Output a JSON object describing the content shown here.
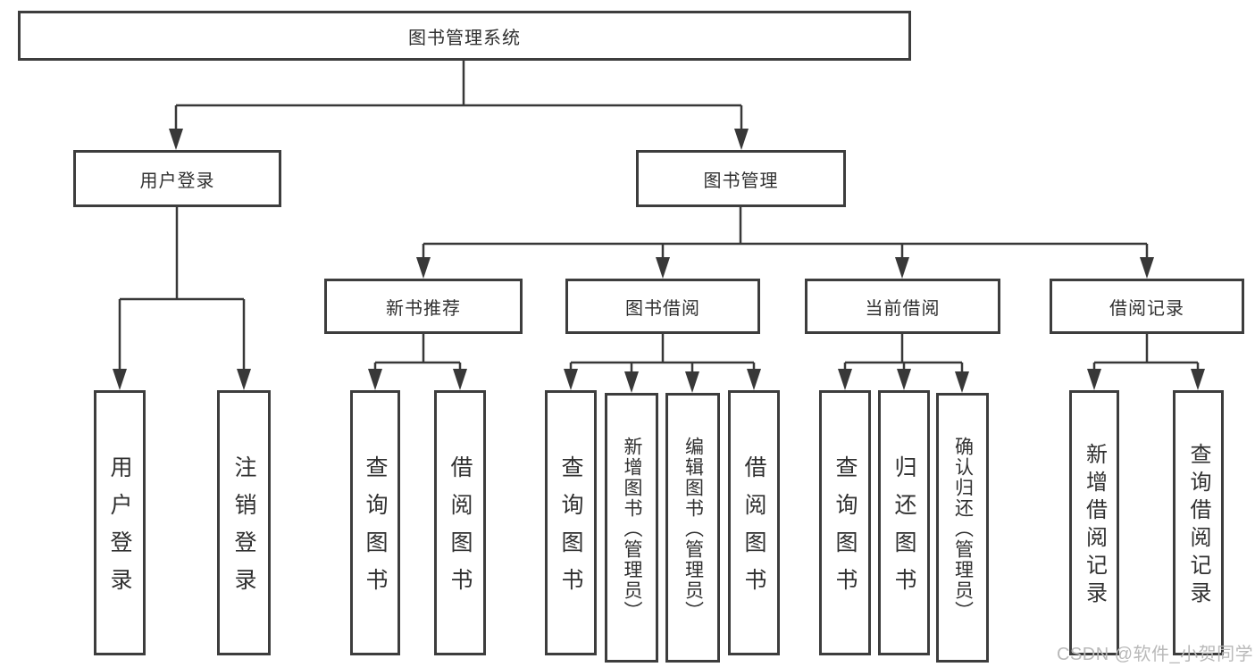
{
  "diagram_type": "hierarchy-tree",
  "colors": {
    "line": "#383838",
    "box_border": "#3d3d3d",
    "text": "#303030",
    "watermark": "#b9b9b9",
    "background": "#ffffff"
  },
  "watermark": "CSDN @软件_小贺同学",
  "tree": {
    "label": "图书管理系统",
    "children": [
      {
        "label": "用户登录",
        "children": [
          {
            "label": "用户登录"
          },
          {
            "label": "注销登录"
          }
        ]
      },
      {
        "label": "图书管理",
        "children": [
          {
            "label": "新书推荐",
            "children": [
              {
                "label": "查询图书"
              },
              {
                "label": "借阅图书"
              }
            ]
          },
          {
            "label": "图书借阅",
            "children": [
              {
                "label": "查询图书"
              },
              {
                "label": "新增图书（管理员）"
              },
              {
                "label": "编辑图书（管理员）"
              },
              {
                "label": "借阅图书"
              }
            ]
          },
          {
            "label": "当前借阅",
            "children": [
              {
                "label": "查询图书"
              },
              {
                "label": "归还图书"
              },
              {
                "label": "确认归还（管理员）"
              }
            ]
          },
          {
            "label": "借阅记录",
            "children": [
              {
                "label": "新增借阅记录"
              },
              {
                "label": "查询借阅记录"
              }
            ]
          }
        ]
      }
    ]
  }
}
